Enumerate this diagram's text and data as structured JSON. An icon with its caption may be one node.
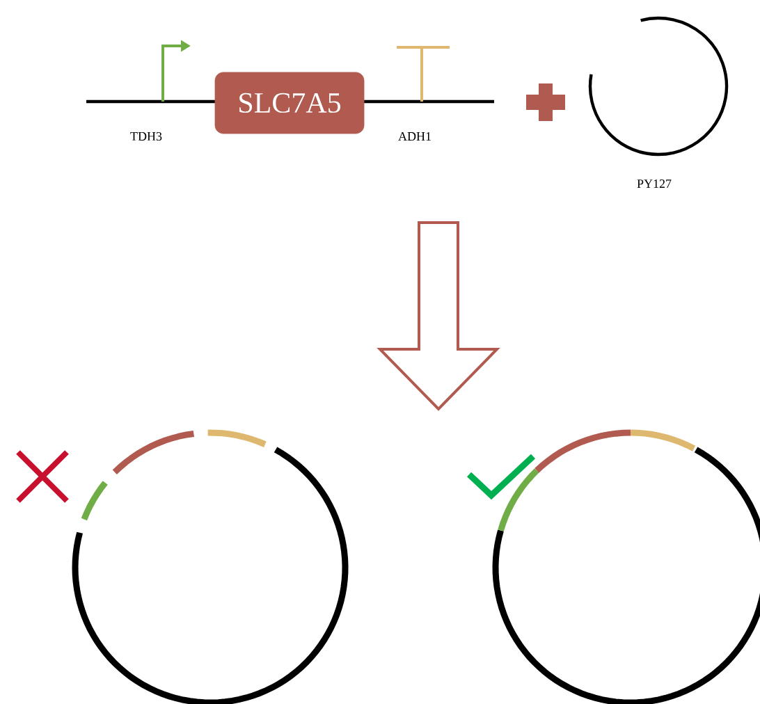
{
  "diagram": {
    "nodes": [
      {
        "text": [
          "SLC7A5"
        ]
      }
    ],
    "labels": [
      "TDH3",
      "ADH1",
      "PY127"
    ]
  }
}
